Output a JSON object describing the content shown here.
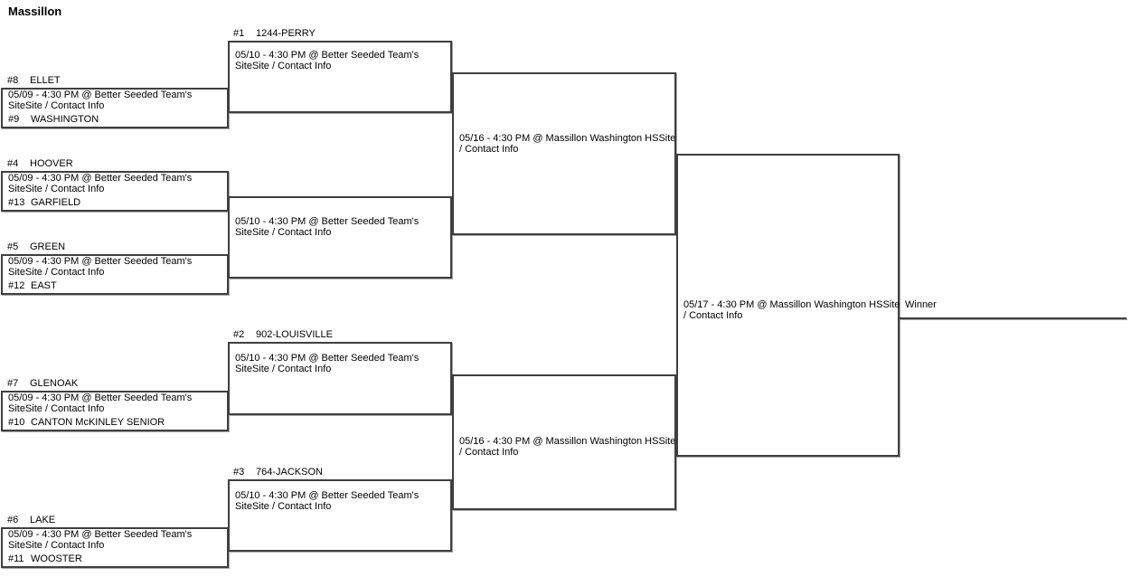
{
  "title": "Massillon",
  "winner_label": "Winner",
  "games": {
    "r1_g1": {
      "top_seed": "#8",
      "top_team": "ELLET",
      "bottom_seed": "#9",
      "bottom_team": "WASHINGTON",
      "when_where": "05/09 - 4:30 PM @ Better Seeded Team's",
      "site_line": "SiteSite / Contact Info"
    },
    "r1_g2": {
      "top_seed": "#4",
      "top_team": "HOOVER",
      "bottom_seed": "#13",
      "bottom_team": "GARFIELD",
      "when_where": "05/09 - 4:30 PM @ Better Seeded Team's",
      "site_line": "SiteSite / Contact Info"
    },
    "r1_g3": {
      "top_seed": "#5",
      "top_team": "GREEN",
      "bottom_seed": "#12",
      "bottom_team": "EAST",
      "when_where": "05/09 - 4:30 PM @ Better Seeded Team's",
      "site_line": "SiteSite / Contact Info"
    },
    "r1_g4": {
      "top_seed": "#7",
      "top_team": "GLENOAK",
      "bottom_seed": "#10",
      "bottom_team": "CANTON McKINLEY SENIOR",
      "when_where": "05/09 - 4:30 PM @ Better Seeded Team's",
      "site_line": "SiteSite / Contact Info"
    },
    "r1_g5": {
      "top_seed": "#6",
      "top_team": "LAKE",
      "bottom_seed": "#11",
      "bottom_team": "WOOSTER",
      "when_where": "05/09 - 4:30 PM @ Better Seeded Team's",
      "site_line": "SiteSite / Contact Info"
    },
    "r2_g1": {
      "seed": "#1",
      "team": "1244-PERRY",
      "when_where": "05/10 - 4:30 PM @ Better Seeded Team's",
      "site_line": "SiteSite / Contact Info"
    },
    "r2_g2": {
      "when_where": "05/10 - 4:30 PM @ Better Seeded Team's",
      "site_line": "SiteSite / Contact Info"
    },
    "r2_g3": {
      "seed": "#2",
      "team": "902-LOUISVILLE",
      "when_where": "05/10 - 4:30 PM @ Better Seeded Team's",
      "site_line": "SiteSite / Contact Info"
    },
    "r2_g4": {
      "seed": "#3",
      "team": "764-JACKSON",
      "when_where": "05/10 - 4:30 PM @ Better Seeded Team's",
      "site_line": "SiteSite / Contact Info"
    },
    "sf_g1": {
      "when_where": "05/16 - 4:30 PM @ Massillon Washington HSSite",
      "site_line": "/ Contact Info"
    },
    "sf_g2": {
      "when_where": "05/16 - 4:30 PM @ Massillon Washington HSSite",
      "site_line": "/ Contact Info"
    },
    "final": {
      "when_where": "05/17 - 4:30 PM @ Massillon Washington HSSite",
      "site_line": "/ Contact Info"
    }
  }
}
